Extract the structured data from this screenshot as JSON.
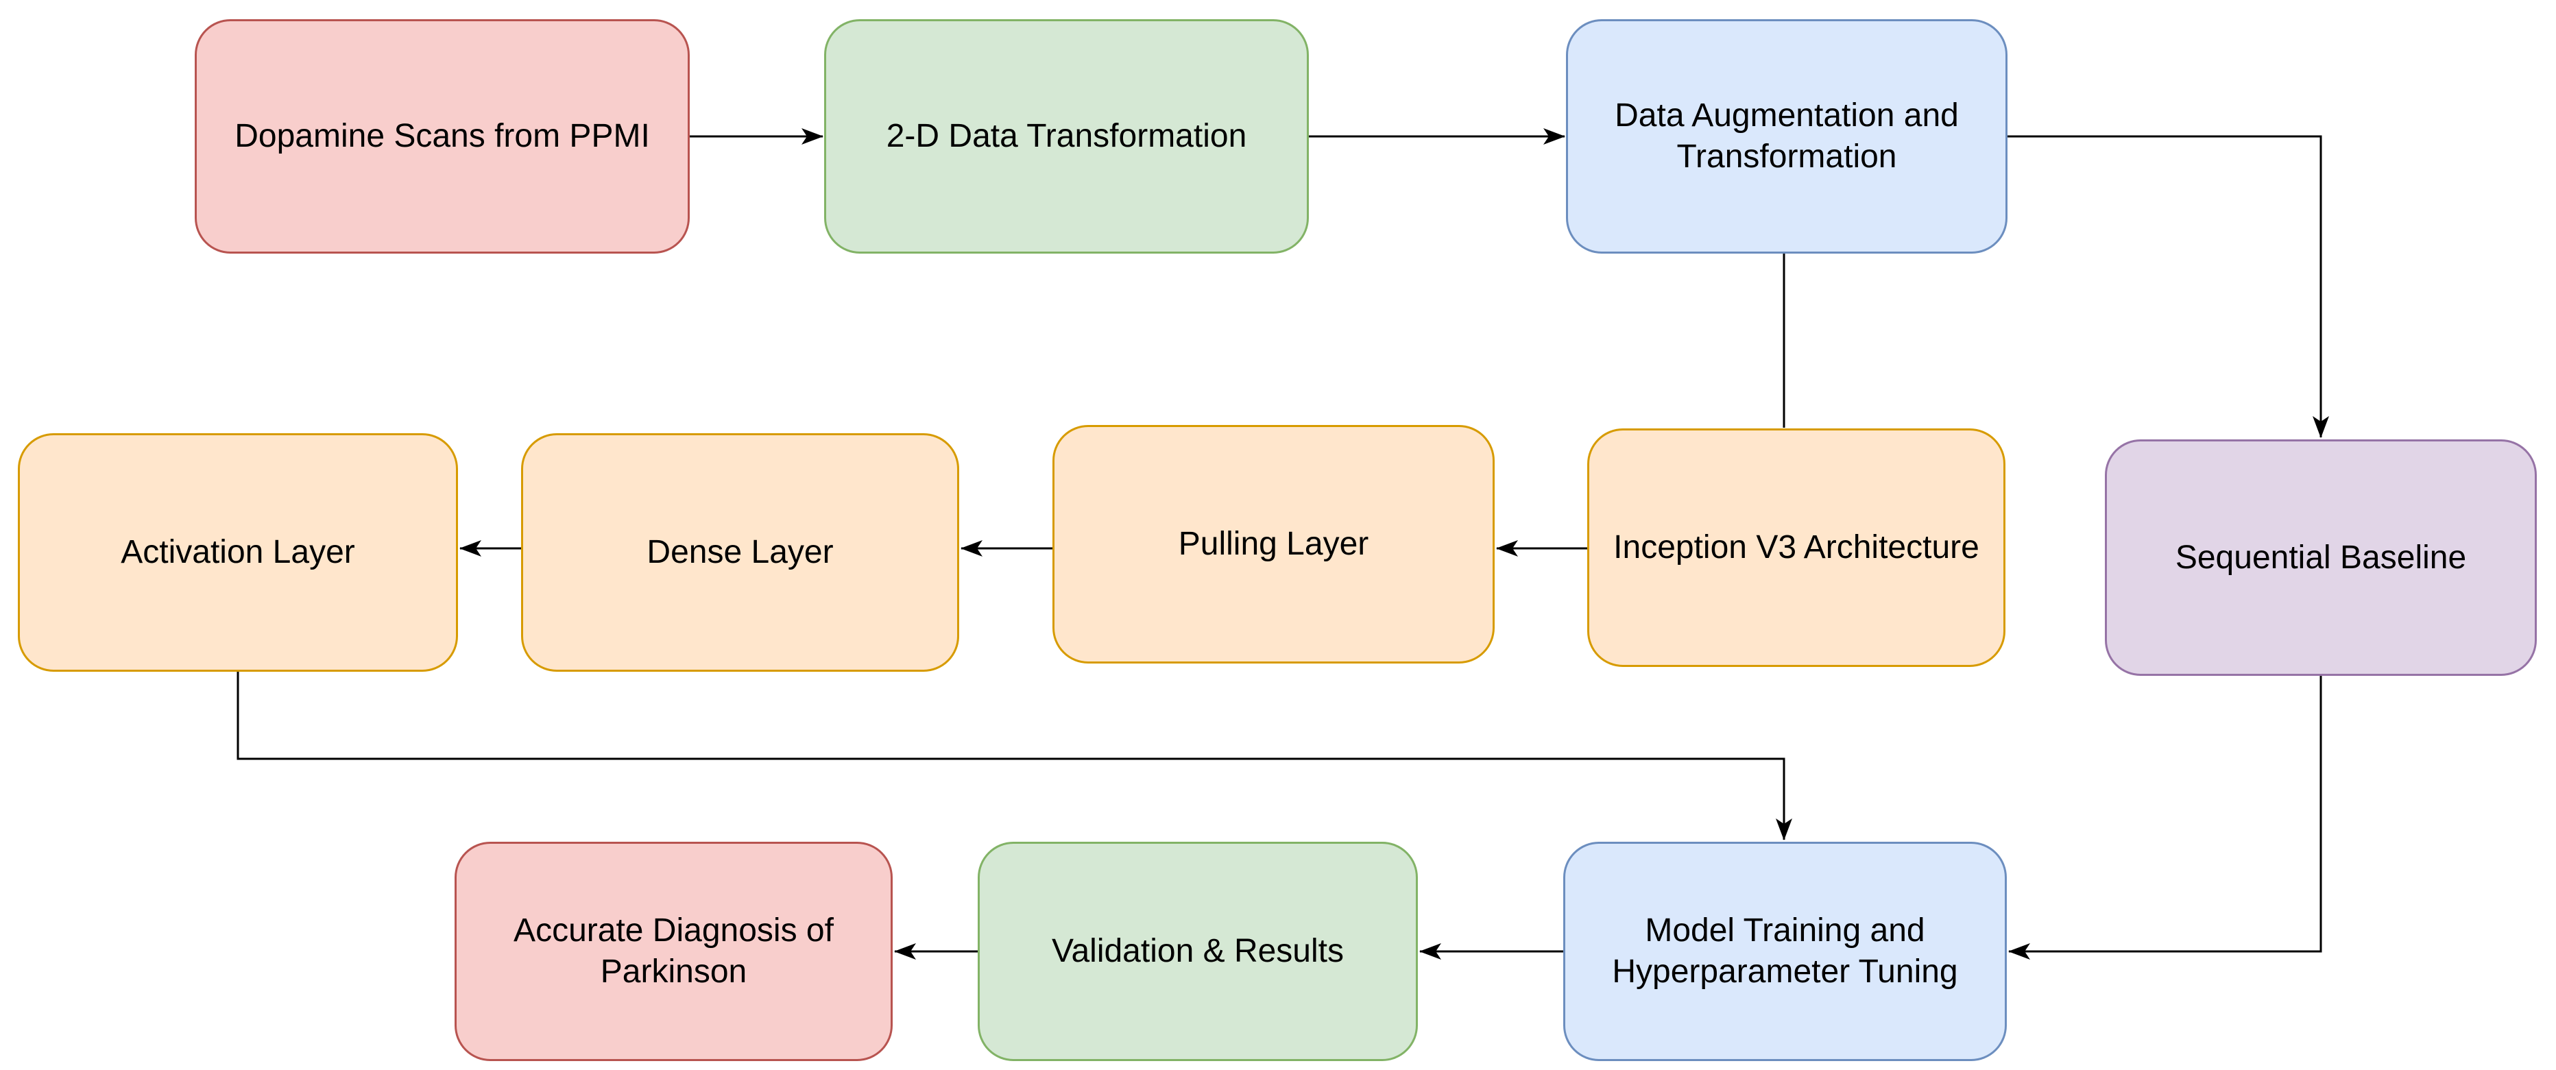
{
  "diagram": {
    "type": "flowchart",
    "background_color": "#ffffff",
    "line_color": "#000000",
    "text_color": "#000000",
    "palette": {
      "red": {
        "fill": "#f8cecc",
        "stroke": "#b85450"
      },
      "green": {
        "fill": "#d5e8d4",
        "stroke": "#82b366"
      },
      "blue": {
        "fill": "#dae8fc",
        "stroke": "#6c8ebf"
      },
      "orange": {
        "fill": "#ffe6cc",
        "stroke": "#d79b00"
      },
      "purple": {
        "fill": "#e1d5e7",
        "stroke": "#9673a6"
      }
    },
    "nodes": {
      "dopamine": {
        "label": "Dopamine Scans from PPMI",
        "color": "red"
      },
      "transform2d": {
        "label": "2-D Data Transformation",
        "color": "green"
      },
      "augment": {
        "label": "Data Augmentation and Transformation",
        "color": "blue"
      },
      "sequential": {
        "label": "Sequential Baseline",
        "color": "purple"
      },
      "activation": {
        "label": "Activation Layer",
        "color": "orange"
      },
      "dense": {
        "label": "Dense Layer",
        "color": "orange"
      },
      "pulling": {
        "label": "Pulling Layer",
        "color": "orange"
      },
      "inception": {
        "label": "Inception V3 Architecture",
        "color": "orange"
      },
      "diagnosis": {
        "label": "Accurate Diagnosis of Parkinson",
        "color": "red"
      },
      "validation": {
        "label": "Validation & Results",
        "color": "green"
      },
      "training": {
        "label": "Model Training and Hyperparameter Tuning",
        "color": "blue"
      }
    },
    "edges": [
      {
        "from": "dopamine",
        "to": "transform2d",
        "arrow": true
      },
      {
        "from": "transform2d",
        "to": "augment",
        "arrow": true
      },
      {
        "from": "augment",
        "to": "sequential",
        "arrow": true
      },
      {
        "from": "augment",
        "to": "inception",
        "arrow": false
      },
      {
        "from": "inception",
        "to": "pulling",
        "arrow": true
      },
      {
        "from": "pulling",
        "to": "dense",
        "arrow": true
      },
      {
        "from": "dense",
        "to": "activation",
        "arrow": true
      },
      {
        "from": "activation",
        "to": "training",
        "arrow": true
      },
      {
        "from": "sequential",
        "to": "training",
        "arrow": true
      },
      {
        "from": "training",
        "to": "validation",
        "arrow": true
      },
      {
        "from": "validation",
        "to": "diagnosis",
        "arrow": true
      }
    ]
  }
}
